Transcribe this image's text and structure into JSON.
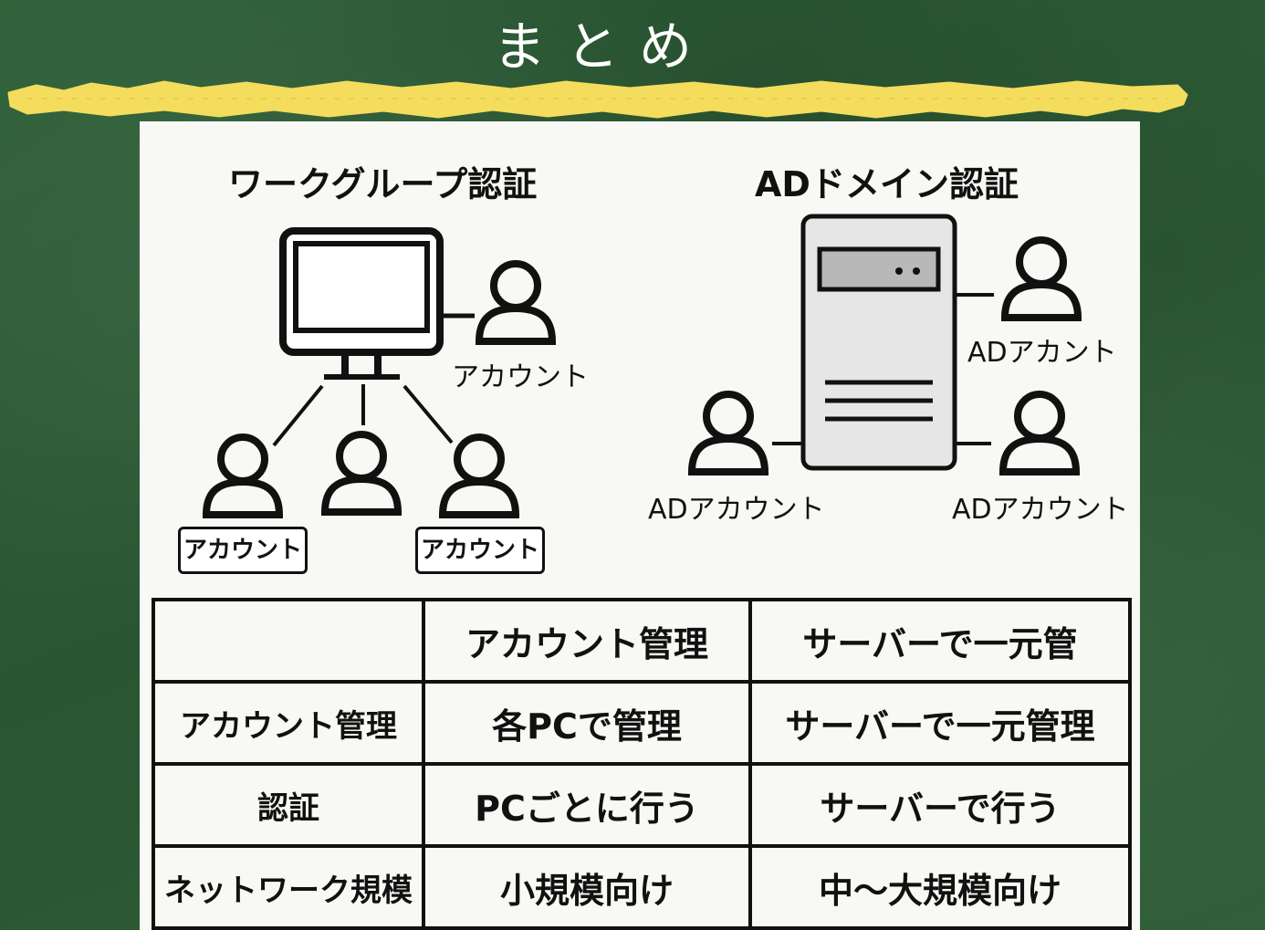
{
  "title": "まとめ",
  "colors": {
    "chalkboard": "#2d5a35",
    "chalk_yellow": "#f4dc5c",
    "paper": "#f8f8f4",
    "ink": "#111111",
    "server_body": "#e6e6e6",
    "server_panel": "#b8b8b8"
  },
  "workgroup": {
    "title": "ワークグループ認証",
    "pc_account_label": "アカウント",
    "boxed_labels": [
      "アカウント",
      "アカウント"
    ]
  },
  "ad_domain": {
    "title": "ADドメイン認証",
    "top_right_label": "ADアカント",
    "bottom_left_label": "ADアカウント",
    "bottom_right_label": "ADアカウント"
  },
  "icons": [
    "monitor-icon",
    "server-icon",
    "user-icon"
  ],
  "table": {
    "header": [
      "",
      "アカウント管理",
      "サーバーで一元管"
    ],
    "rows": [
      [
        "アカウント管理",
        "各PCで管理",
        "サーバーで一元管理"
      ],
      [
        "認証",
        "PCごとに行う",
        "サーバーで行う"
      ],
      [
        "ネットワーク規模",
        "小規模向け",
        "中〜大規模向け"
      ]
    ]
  }
}
